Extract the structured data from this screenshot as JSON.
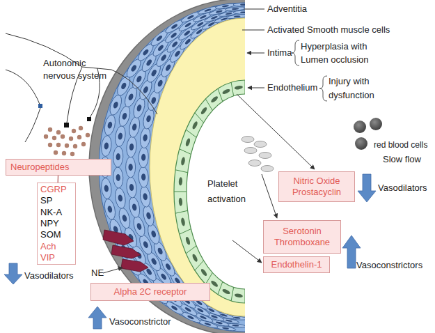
{
  "diagram": {
    "nodes": [
      {
        "text": [
          "Neuropeptides"
        ]
      },
      {
        "text": [
          "CGRP",
          "SP",
          "NK-A",
          "NPY",
          "SOM",
          "Ach",
          "VIP"
        ]
      },
      {
        "text": [
          "Nitric Oxide",
          "Prostacyclin"
        ]
      },
      {
        "text": [
          "Serotonin",
          "Thromboxane"
        ]
      },
      {
        "text": [
          "Endothelin-1"
        ]
      },
      {
        "text": [
          "Alpha 2C receptor"
        ]
      }
    ],
    "edges": [
      {
        "from": 0,
        "to": 1,
        "arrow": "none"
      }
    ],
    "labels": [
      "Adventitia",
      "Activated Smooth muscle cells",
      "Intima",
      "Hyperplasia with Lumen occlusion",
      "Endothelium",
      "Injury with dysfunction",
      "Autonomic nervous system",
      "red blood cells",
      "Slow flow",
      "Platelet activation",
      "Vasodilators",
      "Vasoconstrictors",
      "Vasodilators",
      "NE",
      "Vasoconstrictor"
    ]
  }
}
